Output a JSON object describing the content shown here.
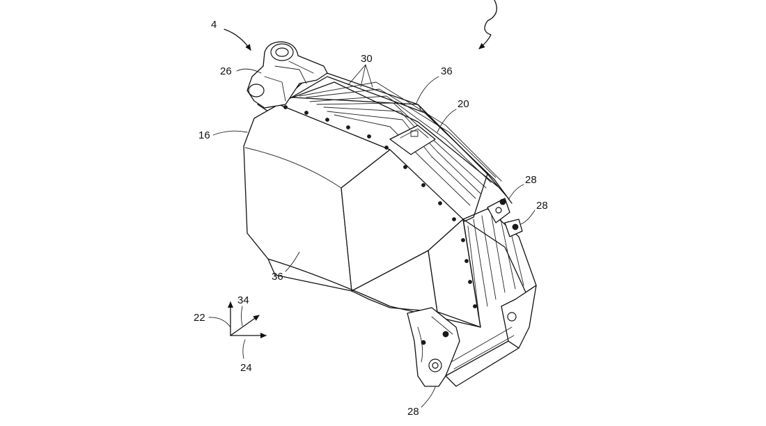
{
  "reference_numerals": {
    "assembly": "4",
    "right_arrow": "",
    "lug_26": "26",
    "rails_30": "30",
    "cover_top_36": "36",
    "frame_20": "20",
    "bracket_top_28": "28",
    "bracket_mid_28": "28",
    "housing_16": "16",
    "cover_front_36": "36",
    "mount_bottom_28": "28",
    "axis_22": "22",
    "axis_34": "34",
    "axis_24": "24"
  }
}
